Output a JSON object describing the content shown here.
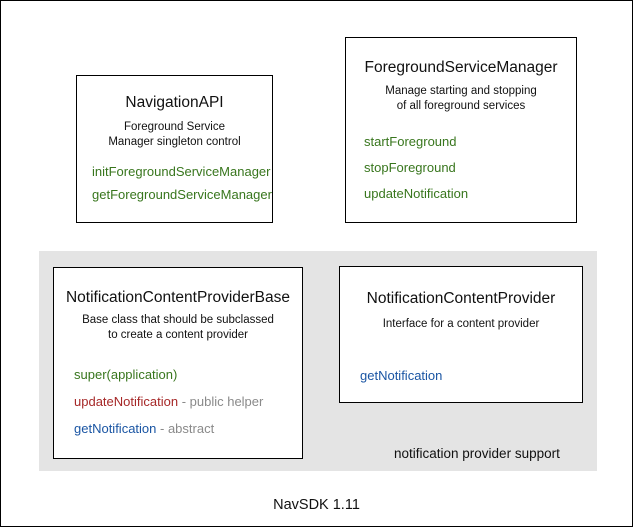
{
  "scene": {
    "footer_label": "NavSDK 1.11",
    "group": {
      "label": "notification provider support"
    },
    "colors": {
      "green": "#38761d",
      "red": "#a62828",
      "blue": "#1a55a3",
      "muted": "#8a8a8a",
      "group_bg": "#e4e4e4",
      "ink": "#111111"
    },
    "boxes": [
      {
        "id": "navigation-api",
        "title": "NavigationAPI",
        "description": [
          "Foreground Service",
          "Manager singleton control"
        ],
        "methods": [
          {
            "label": "initForegroundServiceManager",
            "color": "green"
          },
          {
            "label": "getForegroundServiceManager",
            "color": "green"
          }
        ]
      },
      {
        "id": "foreground-service-manager",
        "title": "ForegroundServiceManager",
        "description": [
          "Manage starting and stopping",
          "of all foreground services"
        ],
        "methods": [
          {
            "label": "startForeground",
            "color": "green"
          },
          {
            "label": "stopForeground",
            "color": "green"
          },
          {
            "label": "updateNotification",
            "color": "green"
          }
        ]
      },
      {
        "id": "notification-content-provider-base",
        "title": "NotificationContentProviderBase",
        "description": [
          "Base class that should be subclassed",
          "to create a content provider"
        ],
        "methods": [
          {
            "label": "super(application)",
            "color": "green"
          },
          {
            "label": "updateNotification",
            "color": "red",
            "suffix": " - public helper"
          },
          {
            "label": "getNotification",
            "color": "blue",
            "suffix": " - abstract"
          }
        ]
      },
      {
        "id": "notification-content-provider",
        "title": "NotificationContentProvider",
        "description": [
          "Interface for a content provider"
        ],
        "methods": [
          {
            "label": "getNotification",
            "color": "blue"
          }
        ]
      }
    ]
  }
}
